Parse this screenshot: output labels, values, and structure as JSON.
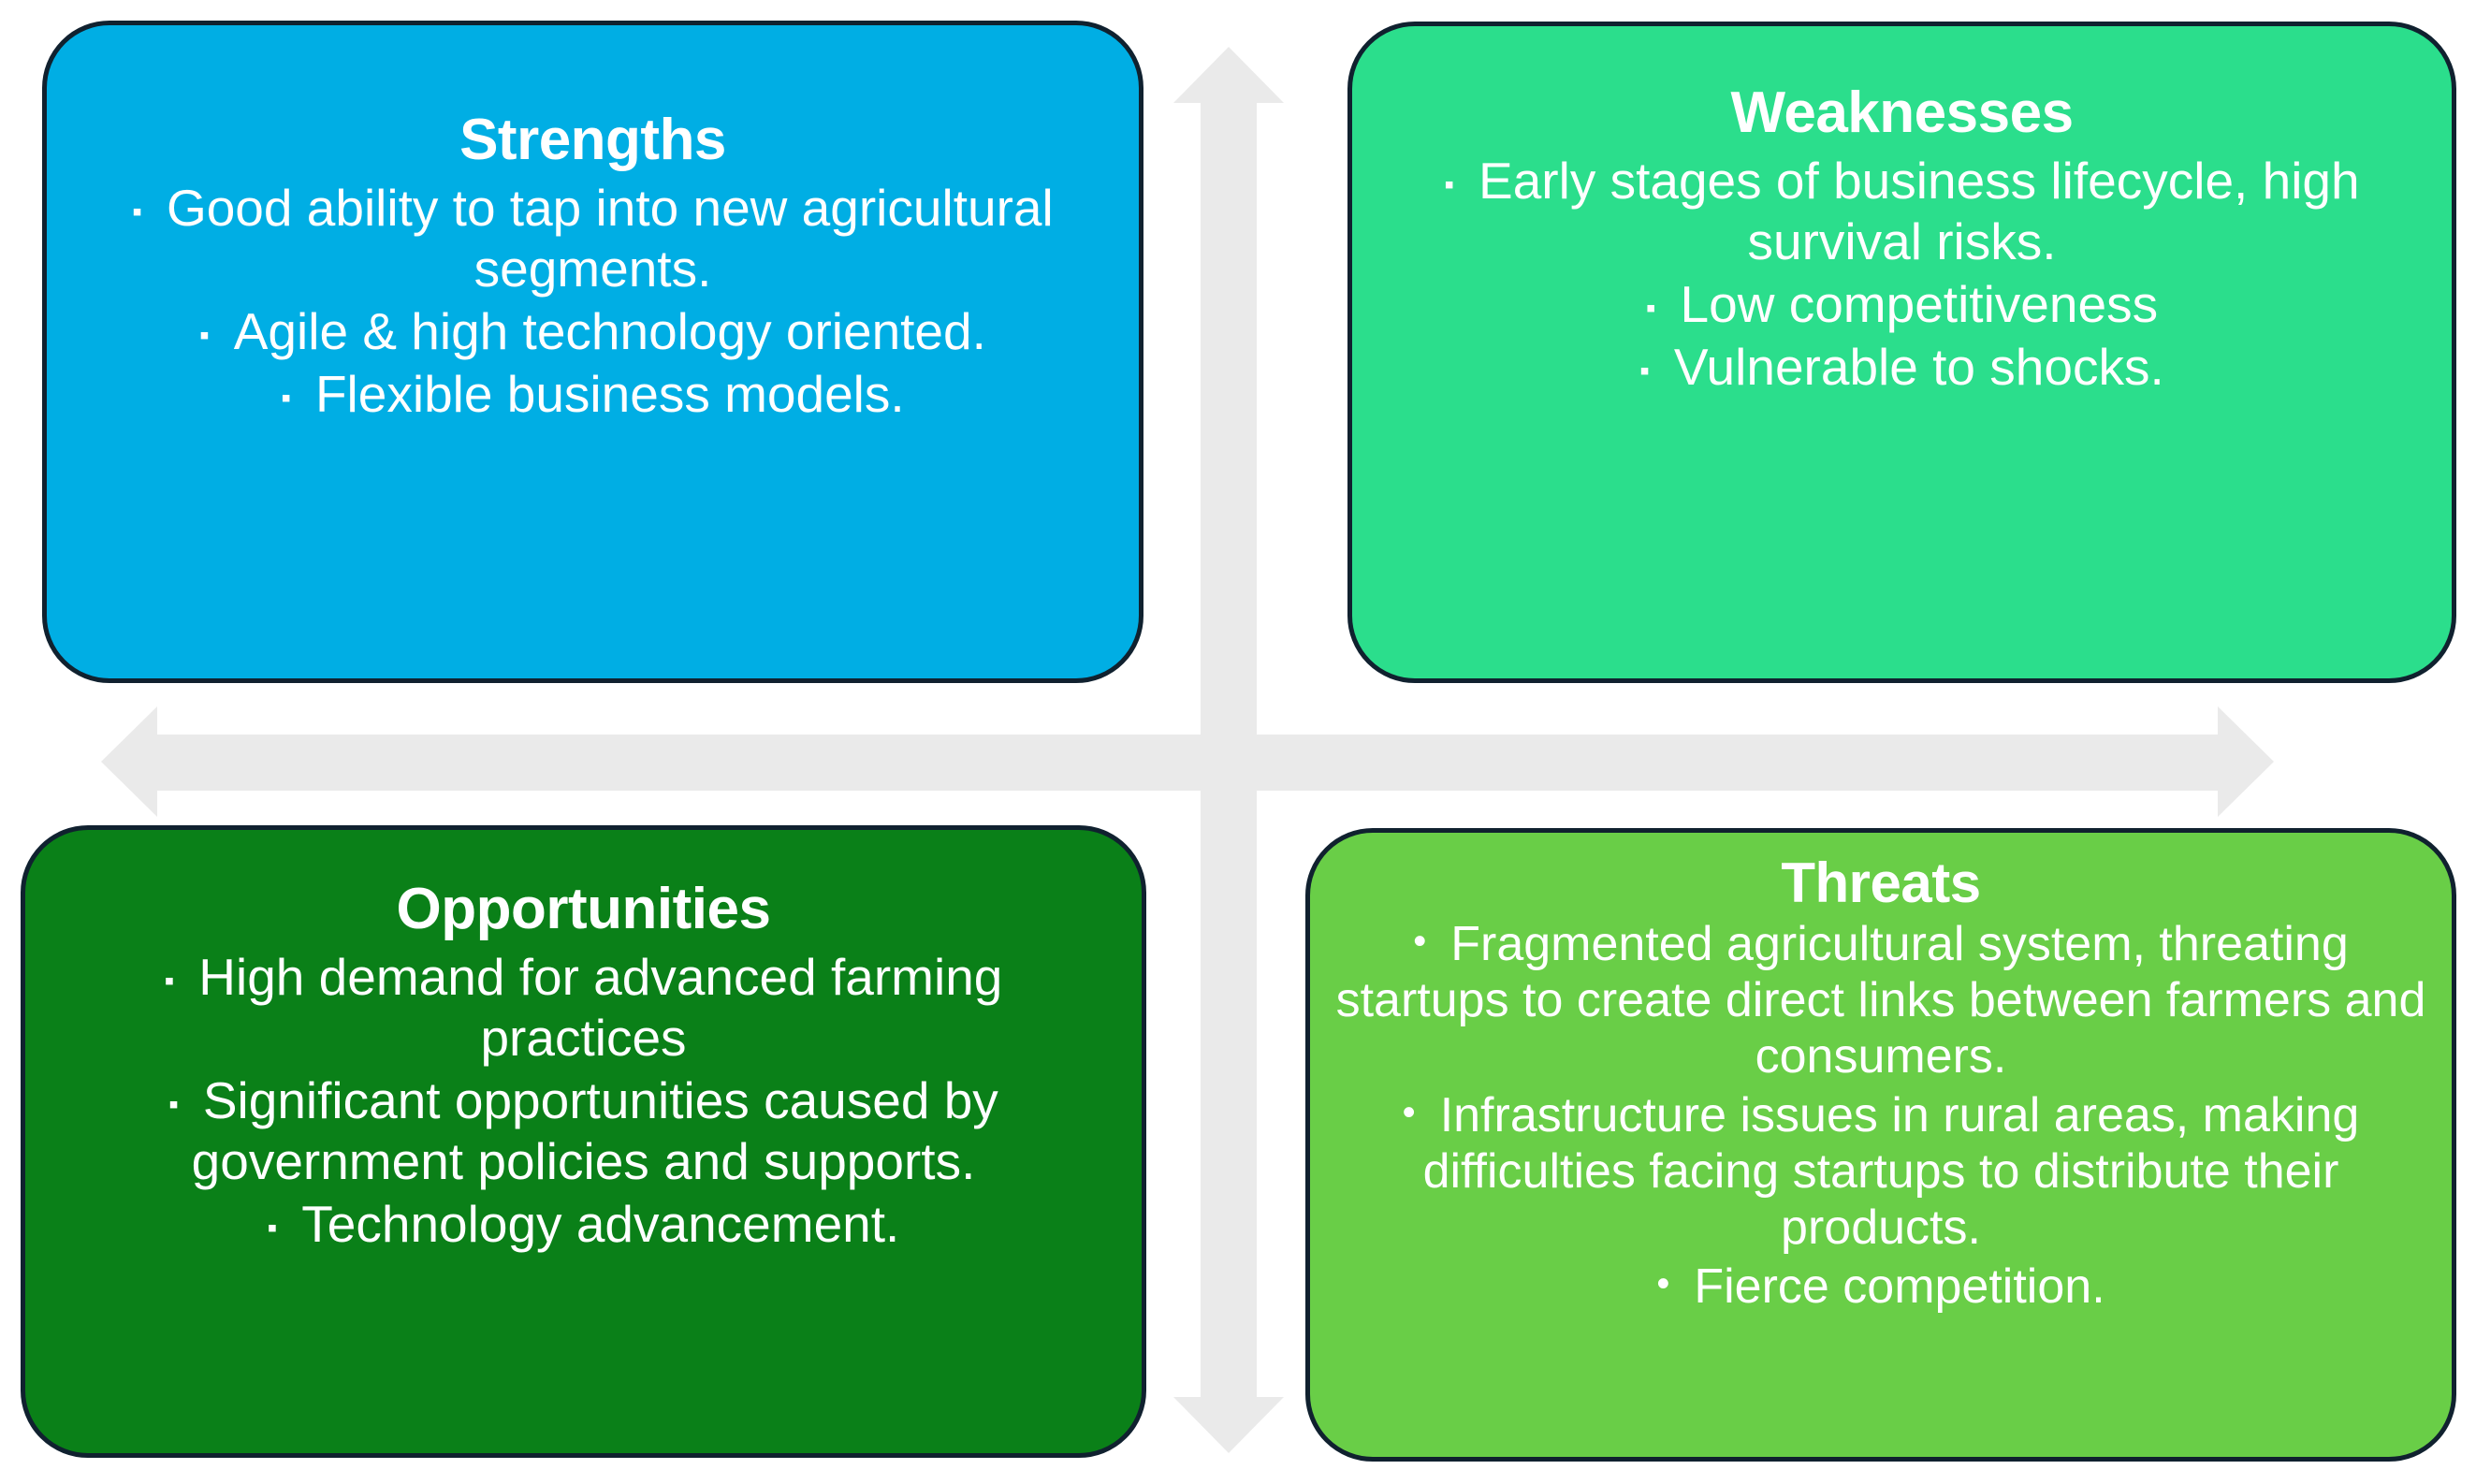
{
  "diagram": {
    "type": "swot-matrix",
    "background_color": "#FFFFFF",
    "border_color": "#10212F",
    "arrow_color": "#EAEAEA",
    "quadrants": [
      {
        "key": "strengths",
        "title": "Strengths",
        "color": "#00AEE4",
        "position": "top-left",
        "bullet_glyph": "▪",
        "bullet_style": "square",
        "items": [
          "Good ability to tap into new agricultural  segments.",
          "Agile & high technology oriented.",
          "Flexible business models."
        ]
      },
      {
        "key": "weaknesses",
        "title": "Weaknesses",
        "color": "#2BDE8C",
        "position": "top-right",
        "bullet_glyph": "▪",
        "bullet_style": "square",
        "items": [
          "Early stages of business lifecycle, high survival risks.",
          "Low competitiveness",
          "Vulnerable to shocks."
        ]
      },
      {
        "key": "opportunities",
        "title": "Opportunities",
        "color": "#0A8018",
        "position": "bottom-left",
        "bullet_glyph": "▪",
        "bullet_style": "square",
        "items": [
          "High demand for advanced farming practices",
          "Significant opportunities caused by government policies and supports.",
          "Technology advancement."
        ]
      },
      {
        "key": "threats",
        "title": "Threats",
        "color": "#69CE47",
        "position": "bottom-right",
        "bullet_glyph": "•",
        "bullet_style": "disc",
        "items": [
          "Fragmented agricultural system, threating startups to create direct links between farmers and consumers.",
          "Infrastructure issues in rural areas, making difficulties facing startups to distribute their products.",
          "Fierce competition."
        ]
      }
    ],
    "axes": {
      "vertical_arrow": "up-down-arrow",
      "horizontal_arrow": "left-right-arrow"
    }
  }
}
